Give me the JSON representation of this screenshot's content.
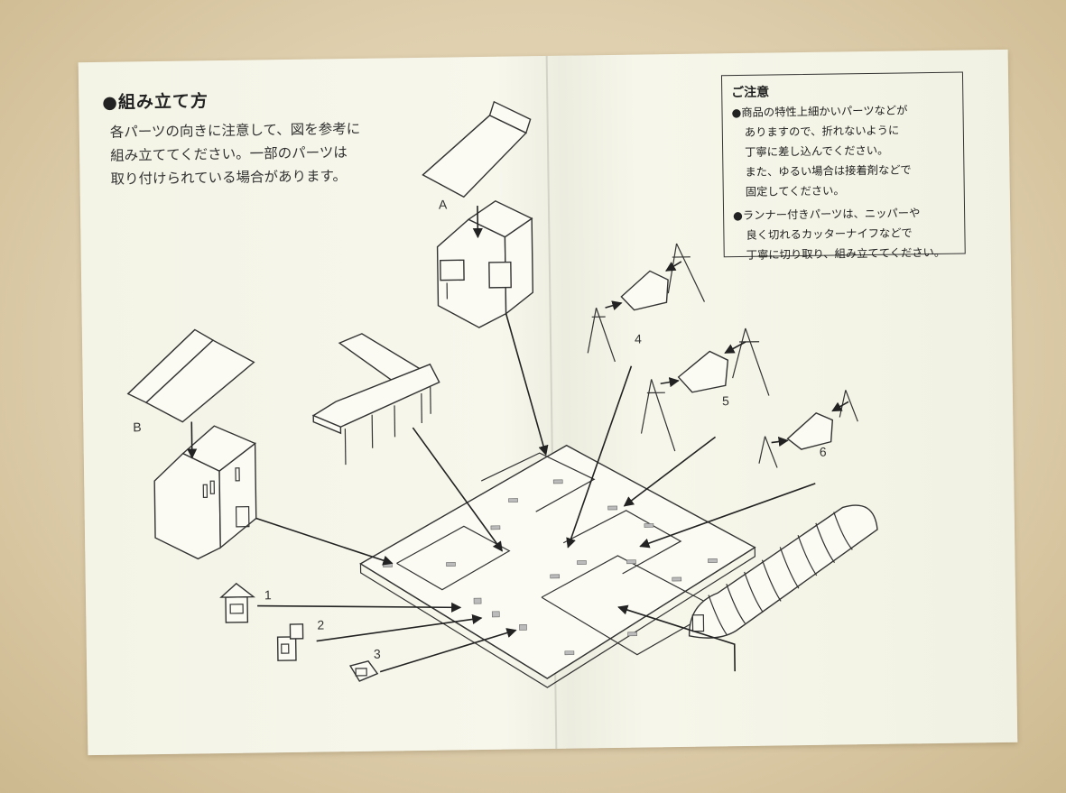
{
  "assembly": {
    "title": "●組み立て方",
    "lines": [
      "各パーツの向きに注意して、図を参考に",
      "組み立ててください。一部のパーツは",
      "取り付けられている場合があります。"
    ]
  },
  "notice": {
    "title": "ご注意",
    "bullet1": [
      "●商品の特性上細かいパーツなどが",
      "ありますので、折れないように",
      "丁寧に差し込んでください。",
      "また、ゆるい場合は接着剤などで",
      "固定してください。"
    ],
    "bullet2": [
      "●ランナー付きパーツは、ニッパーや",
      "良く切れるカッターナイフなどで",
      "丁寧に切り取り、組み立ててください。"
    ]
  },
  "part_labels": {
    "a": "A",
    "b": "B",
    "p1": "1",
    "p2": "2",
    "p3": "3",
    "p4": "4",
    "p5": "5",
    "p6": "6"
  }
}
